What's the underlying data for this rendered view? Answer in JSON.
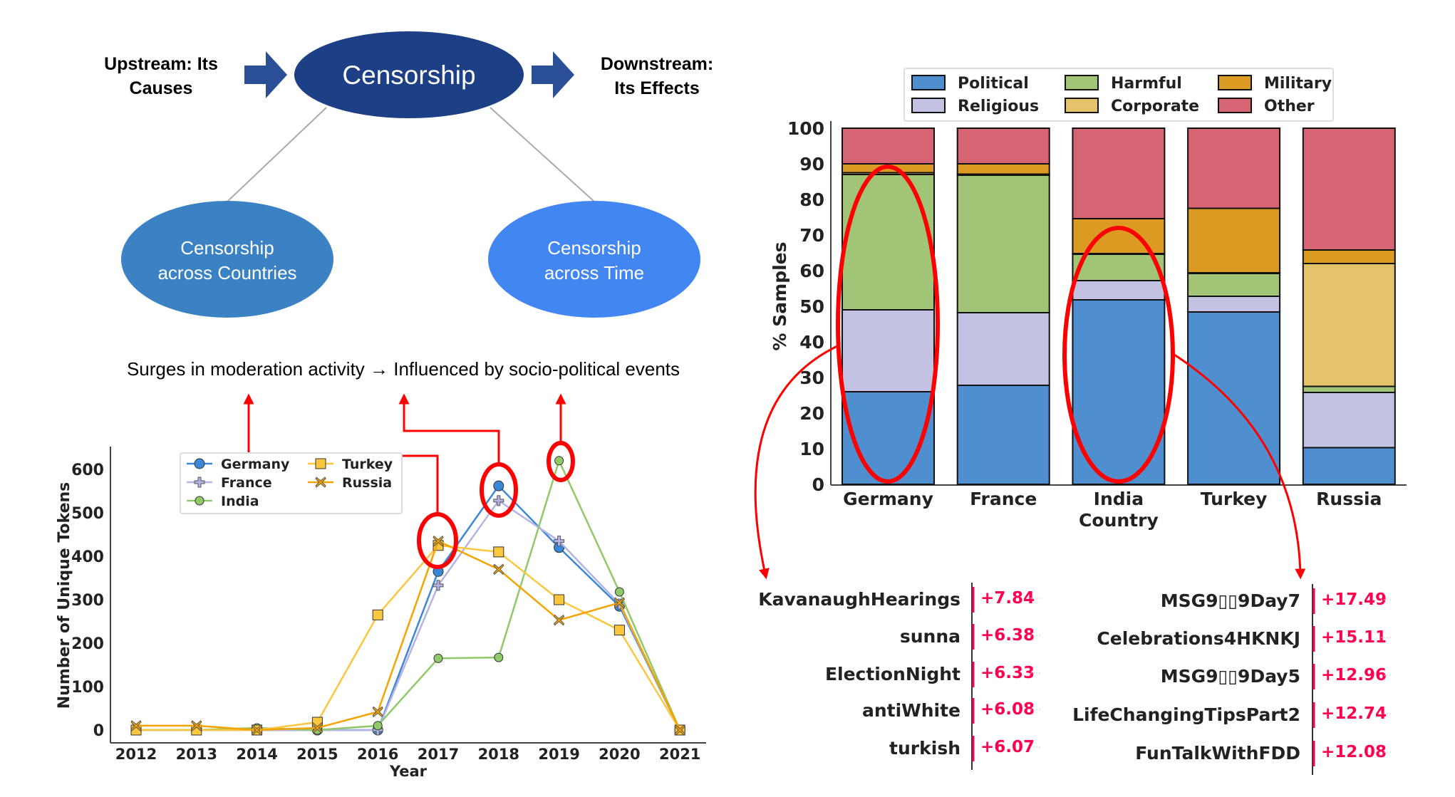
{
  "diagram": {
    "center": "Censorship",
    "upstream": [
      "Upstream: Its",
      "Causes"
    ],
    "downstream": [
      "Downstream:",
      "Its Effects"
    ],
    "left_node": [
      "Censorship",
      "across Countries"
    ],
    "right_node": [
      "Censorship",
      "across Time"
    ],
    "caption": "Surges in moderation activity → Influenced by socio-political events",
    "colors": {
      "center": "#1c3f86",
      "left": "#3b82c4",
      "right": "#4286f2",
      "arrow": "#2b4f96",
      "highlight": "#ff0000"
    }
  },
  "chart_data": [
    {
      "type": "line",
      "title": "",
      "xlabel": "Year",
      "ylabel": "Number of Unique Tokens",
      "x": [
        "2012",
        "2013",
        "2014",
        "2015",
        "2016",
        "2017",
        "2018",
        "2019",
        "2020",
        "2021"
      ],
      "yticks": [
        "0",
        "100",
        "200",
        "300",
        "400",
        "500",
        "600"
      ],
      "ylim": [
        0,
        650
      ],
      "legend_position": "top-left",
      "series": [
        {
          "name": "Germany",
          "marker": "circle",
          "color": "#3a87d8",
          "values": [
            0,
            0,
            0,
            0,
            0,
            365,
            562,
            420,
            285,
            0
          ]
        },
        {
          "name": "France",
          "marker": "plus",
          "color": "#b4b4e4",
          "values": [
            0,
            0,
            0,
            0,
            0,
            333,
            528,
            435,
            290,
            0
          ]
        },
        {
          "name": "India",
          "marker": "hexagon",
          "color": "#8fc968",
          "values": [
            0,
            0,
            5,
            0,
            10,
            165,
            167,
            620,
            318,
            0
          ]
        },
        {
          "name": "Turkey",
          "marker": "square",
          "color": "#fcc63f",
          "values": [
            0,
            0,
            0,
            18,
            265,
            425,
            410,
            300,
            230,
            0
          ]
        },
        {
          "name": "Russia",
          "marker": "x",
          "color": "#f5a300",
          "values": [
            10,
            10,
            0,
            5,
            42,
            435,
            370,
            253,
            293,
            0
          ]
        }
      ],
      "highlighted_years": [
        "2017",
        "2018",
        "2019"
      ]
    },
    {
      "type": "bar",
      "stacked": true,
      "title": "",
      "xlabel": "Country",
      "ylabel": "% Samples",
      "categories": [
        "Germany",
        "France",
        "India",
        "Turkey",
        "Russia"
      ],
      "yticks": [
        "0",
        "10",
        "20",
        "30",
        "40",
        "50",
        "60",
        "70",
        "80",
        "90",
        "100"
      ],
      "ylim": [
        0,
        100
      ],
      "legend_position": "top",
      "series": [
        {
          "name": "Political",
          "color": "#4f8fcf",
          "values": [
            26.0,
            27.8,
            51.8,
            48.4,
            10.3
          ]
        },
        {
          "name": "Religious",
          "color": "#c3c2e2",
          "values": [
            23.0,
            20.4,
            5.4,
            4.4,
            15.5
          ]
        },
        {
          "name": "Harmful",
          "color": "#a1c477",
          "values": [
            38.0,
            38.6,
            7.4,
            6.4,
            1.7
          ]
        },
        {
          "name": "Corporate",
          "color": "#e5c36a",
          "values": [
            0.5,
            0.3,
            0.2,
            0.2,
            34.5
          ]
        },
        {
          "name": "Military",
          "color": "#db9a22",
          "values": [
            2.5,
            2.9,
            9.8,
            18.1,
            3.8
          ]
        },
        {
          "name": "Other",
          "color": "#d66472",
          "values": [
            10.0,
            10.0,
            25.4,
            22.5,
            34.2
          ]
        }
      ],
      "highlighted_categories": [
        "Germany",
        "India"
      ]
    }
  ],
  "hashtags_left": [
    {
      "label": "KavanaughHearings",
      "value": "+7.84"
    },
    {
      "label": "sunna",
      "value": "+6.38"
    },
    {
      "label": "ElectionNight",
      "value": "+6.33"
    },
    {
      "label": "antiWhite",
      "value": "+6.08"
    },
    {
      "label": "turkish",
      "value": "+6.07"
    }
  ],
  "hashtags_right": [
    {
      "label": "MSG9▯▯9Day7",
      "value": "+17.49"
    },
    {
      "label": "Celebrations4HKNKJ",
      "value": "+15.11"
    },
    {
      "label": "MSG9▯▯9Day5",
      "value": "+12.96"
    },
    {
      "label": "LifeChangingTipsPart2",
      "value": "+12.74"
    },
    {
      "label": "FunTalkWithFDD",
      "value": "+12.08"
    }
  ],
  "value_color": "#ff0050"
}
